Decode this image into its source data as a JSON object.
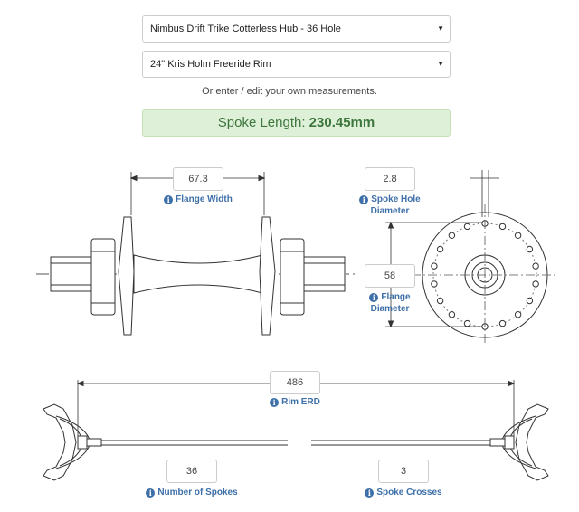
{
  "hub_select": {
    "value": "Nimbus Drift Trike Cotterless Hub - 36 Hole",
    "caret": "▼"
  },
  "rim_select": {
    "value": "24\" Kris Holm Freeride Rim",
    "caret": "▼"
  },
  "hint": "Or enter / edit your own measurements.",
  "result": {
    "label": "Spoke Length: ",
    "value": "230.45mm"
  },
  "fields": {
    "flange_width": {
      "value": "67.3",
      "label": "Flange Width"
    },
    "spoke_hole_diameter": {
      "value": "2.8",
      "label_line1": "Spoke Hole",
      "label_line2": "Diameter"
    },
    "flange_diameter": {
      "value": "58",
      "label_line1": "Flange",
      "label_line2": "Diameter"
    },
    "rim_erd": {
      "value": "486",
      "label": "Rim ERD"
    },
    "number_of_spokes": {
      "value": "36",
      "label": "Number of Spokes"
    },
    "spoke_crosses": {
      "value": "3",
      "label": "Spoke Crosses"
    }
  },
  "info_glyph": "i",
  "colors": {
    "accent": "#3d6fa8",
    "success_bg": "#dff0d8",
    "success_text": "#3c763d"
  }
}
